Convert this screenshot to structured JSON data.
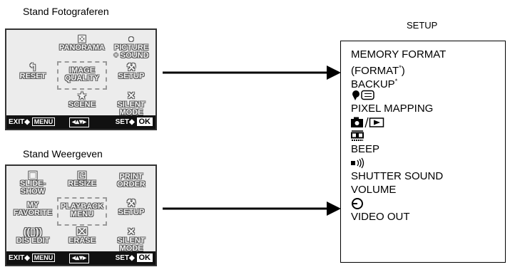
{
  "captions": {
    "photo_mode": "Stand Fotograferen",
    "playback_mode": "Stand Weergeven",
    "setup": "SETUP"
  },
  "photo_menu": {
    "items": [
      {
        "label": "",
        "icon": "none"
      },
      {
        "label": "PANORAMA",
        "icon": "panorama-icon"
      },
      {
        "label": "PICTURE\n+ SOUND",
        "icon": "microphone-icon"
      },
      {
        "label": "RESET",
        "icon": "reset-arrow-icon"
      },
      {
        "label": "IMAGE\nQUALITY",
        "icon": "none",
        "selected": true
      },
      {
        "label": "SETUP",
        "icon": "wrench-icon"
      },
      {
        "label": "",
        "icon": "none"
      },
      {
        "label": "SCENE",
        "icon": "scene-icon"
      },
      {
        "label": "SILENT\nMODE",
        "icon": "speaker-mute-icon"
      }
    ],
    "bar": {
      "exit": "EXIT",
      "menu": "MENU",
      "mid": "◂▴▾▸",
      "set": "SET",
      "ok": "OK"
    }
  },
  "playback_menu": {
    "items": [
      {
        "label": "SLIDE-\nSHOW",
        "icon": "slideshow-icon"
      },
      {
        "label": "RESIZE",
        "icon": "resize-icon"
      },
      {
        "label": "PRINT\nORDER",
        "icon": "none"
      },
      {
        "label": "MY\nFAVORITE",
        "icon": "none"
      },
      {
        "label": "PLAYBACK\nMENU",
        "icon": "none",
        "selected": true
      },
      {
        "label": "SETUP",
        "icon": "wrench-icon"
      },
      {
        "label": "DIS EDIT",
        "icon": "vibration-icon"
      },
      {
        "label": "ERASE",
        "icon": "trash-icon"
      },
      {
        "label": "SILENT\nMODE",
        "icon": "speaker-mute-icon"
      }
    ],
    "bar": {
      "exit": "EXIT",
      "menu": "MENU",
      "mid": "◂▴▾▸",
      "set": "SET",
      "ok": "OK"
    }
  },
  "setup_list": {
    "items": [
      {
        "text": "MEMORY FORMAT"
      },
      {
        "text": "(FORMAT",
        "sup": "*",
        "after": ")"
      },
      {
        "text": "BACKUP",
        "sup": "*"
      },
      {
        "text": "",
        "icon": "language-icon"
      },
      {
        "text": "PIXEL MAPPING"
      },
      {
        "text": "",
        "icon": "camera-playback-icon"
      },
      {
        "text": "",
        "icon": "monitor-icon"
      },
      {
        "text": "BEEP"
      },
      {
        "text": "",
        "icon": "sound-wave-icon"
      },
      {
        "text": "SHUTTER SOUND"
      },
      {
        "text": "VOLUME"
      },
      {
        "text": "",
        "icon": "clock-icon"
      },
      {
        "text": "VIDEO OUT"
      }
    ]
  }
}
